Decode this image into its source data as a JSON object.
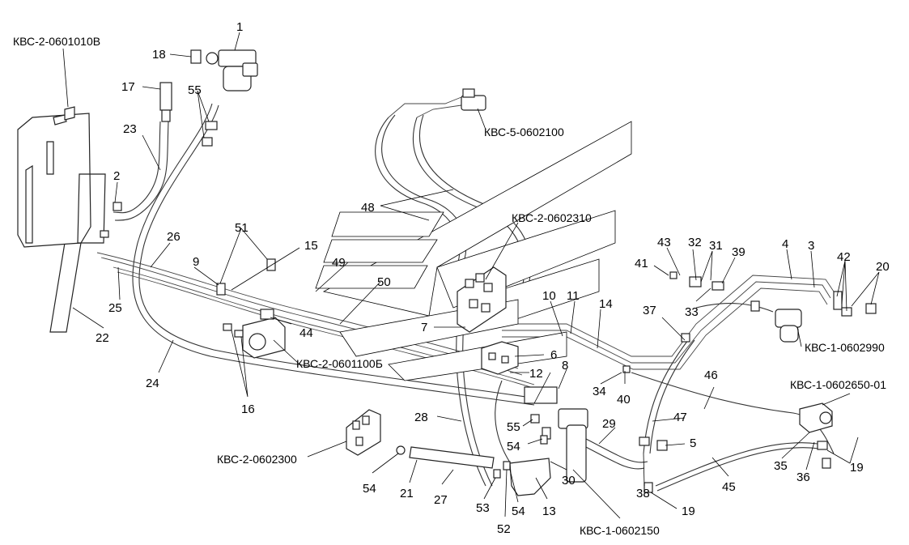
{
  "codes": {
    "tank": "КВС-2-0601010В",
    "valve_top": "КВС-5-0602100",
    "distributor_top": "КВС-2-0602310",
    "pump_left": "КВС-2-0601100Б",
    "right_unit_top": "КВС-1-0602990",
    "right_unit_mid": "КВС-1-0602650-01",
    "distributor_bottom": "КВС-2-0602300",
    "filter_bottom": "КВС-1-0602150"
  },
  "callouts": {
    "n1": "1",
    "n2": "2",
    "n3": "3",
    "n4": "4",
    "n5": "5",
    "n6": "6",
    "n7": "7",
    "n8": "8",
    "n9": "9",
    "n10": "10",
    "n11": "11",
    "n12": "12",
    "n13": "13",
    "n14": "14",
    "n15": "15",
    "n16": "16",
    "n17": "17",
    "n18": "18",
    "n19a": "19",
    "n19b": "19",
    "n20": "20",
    "n21": "21",
    "n22": "22",
    "n23": "23",
    "n24": "24",
    "n25": "25",
    "n26": "26",
    "n27": "27",
    "n28": "28",
    "n29": "29",
    "n30": "30",
    "n31": "31",
    "n32": "32",
    "n33": "33",
    "n34": "34",
    "n35": "35",
    "n36": "36",
    "n37": "37",
    "n38": "38",
    "n39": "39",
    "n40": "40",
    "n41": "41",
    "n42": "42",
    "n43": "43",
    "n44": "44",
    "n45": "45",
    "n46": "46",
    "n47": "47",
    "n48": "48",
    "n49": "49",
    "n50": "50",
    "n51": "51",
    "n52": "52",
    "n53": "53",
    "n54a": "54",
    "n54b": "54",
    "n54c": "54",
    "n55a": "55",
    "n55b": "55"
  }
}
